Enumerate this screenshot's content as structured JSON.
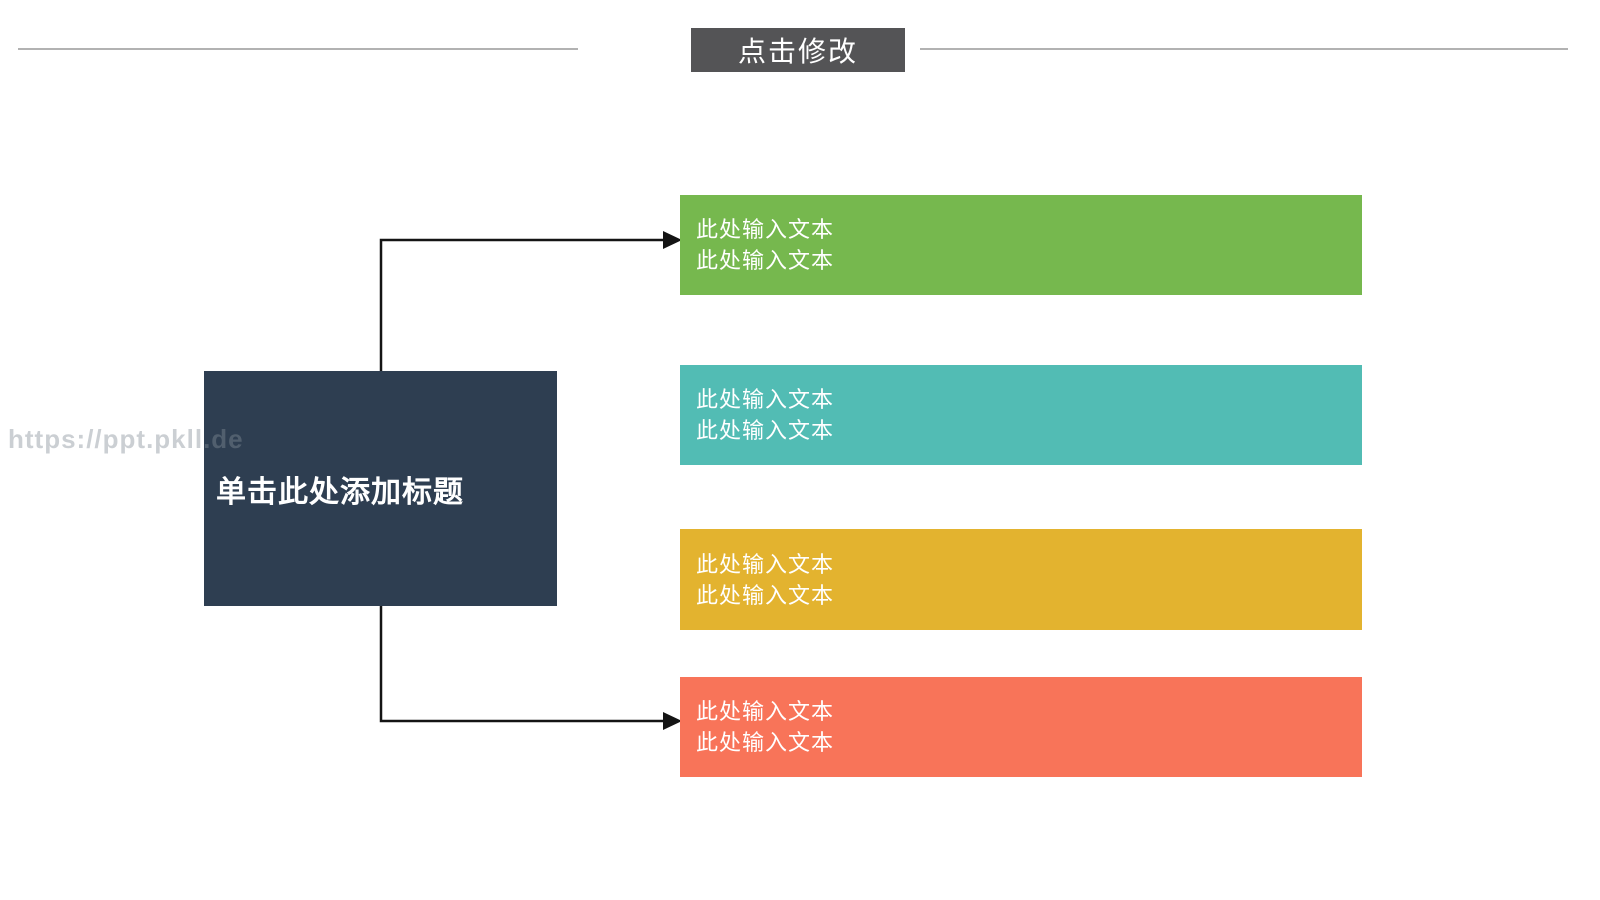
{
  "header": {
    "label": "点击修改",
    "bg": "#545456"
  },
  "divider": {
    "color": "#b2b2b2"
  },
  "watermark": {
    "text": "https://ppt.pkll.de"
  },
  "title_box": {
    "label": "单击此处添加标题",
    "bg": "#2e3e51"
  },
  "connector": {
    "color": "#141414"
  },
  "bars": [
    {
      "id": "green",
      "color": "#76b84e",
      "lines": [
        "此处输入文本",
        "此处输入文本"
      ]
    },
    {
      "id": "teal",
      "color": "#52bcb4",
      "lines": [
        "此处输入文本",
        "此处输入文本"
      ]
    },
    {
      "id": "yellow",
      "color": "#e3b32f",
      "lines": [
        "此处输入文本",
        "此处输入文本"
      ]
    },
    {
      "id": "orange",
      "color": "#f87459",
      "lines": [
        "此处输入文本",
        "此处输入文本"
      ]
    }
  ]
}
